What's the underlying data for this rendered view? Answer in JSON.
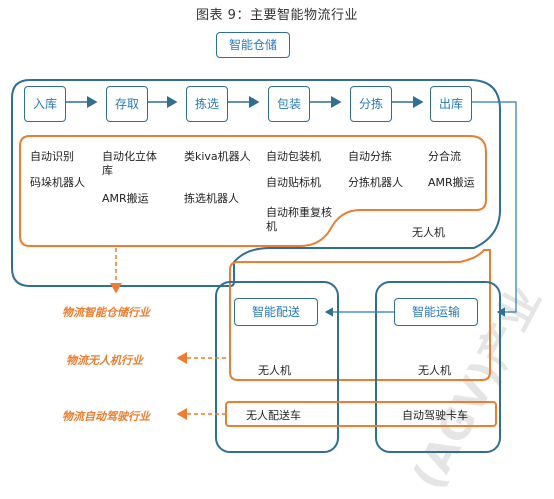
{
  "title": "图表 9：主要智能物流行业",
  "top_box": "智能仓储",
  "stages": [
    "入库",
    "存取",
    "拣选",
    "包装",
    "分拣",
    "出库"
  ],
  "stage_items": [
    [
      "自动识别",
      "码垛机器人"
    ],
    [
      "自动化立体库",
      "AMR搬运"
    ],
    [
      "类kiva机器人",
      "拣选机器人"
    ],
    [
      "自动包装机",
      "自动贴标机",
      "自动称重复核机"
    ],
    [
      "自动分拣",
      "分拣机器人"
    ],
    [
      "分合流",
      "AMR搬运"
    ]
  ],
  "warehouse_drone": "无人机",
  "delivery": {
    "header": "智能配送",
    "drone": "无人机",
    "vehicle": "无人配送车"
  },
  "transport": {
    "header": "智能运输",
    "drone": "无人机",
    "truck": "自动驾驶卡车"
  },
  "industries": [
    "物流智能仓储行业",
    "物流无人机行业",
    "物流自动驾驶行业"
  ],
  "watermark": "(AGV)产业",
  "colors": {
    "blue": "#2f6f94",
    "light_blue": "#2a7ab8",
    "orange": "#ec7d31"
  }
}
